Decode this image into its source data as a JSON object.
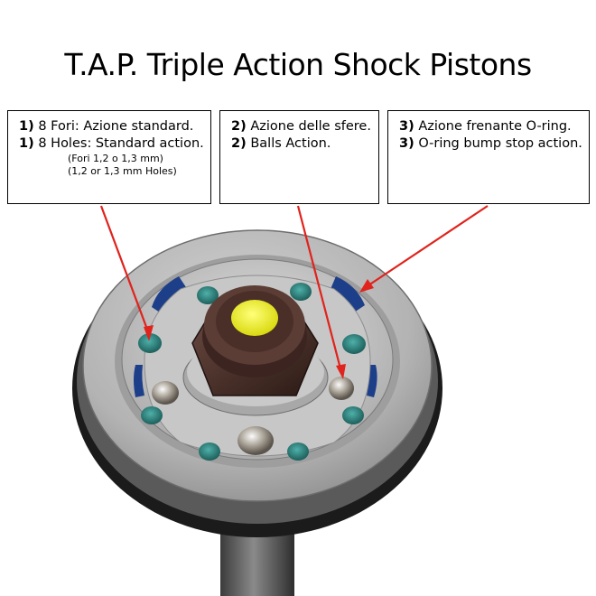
{
  "title": "T.A.P. Triple Action Shock Pistons",
  "callouts": [
    {
      "lines": [
        {
          "num": "1)",
          "text": "8 Fori: Azione standard."
        },
        {
          "num": "1)",
          "text": "8 Holes: Standard action."
        }
      ],
      "notes": [
        "(Fori 1,2 o 1,3 mm)",
        "(1,2 or 1,3 mm Holes)"
      ]
    },
    {
      "lines": [
        {
          "num": "2)",
          "text": "Azione delle sfere."
        },
        {
          "num": "2)",
          "text": "Balls Action."
        }
      ],
      "notes": []
    },
    {
      "lines": [
        {
          "num": "3)",
          "text": "Azione frenante O-ring."
        },
        {
          "num": "3)",
          "text": "O-ring bump stop action."
        }
      ],
      "notes": []
    }
  ],
  "colors": {
    "arrow": "#e0231c",
    "hole_teal": "#2f8a86",
    "piston_gray": "#b9b9b9",
    "nut_brown": "#4a2f28",
    "cap_yellow": "#f2f21a"
  }
}
